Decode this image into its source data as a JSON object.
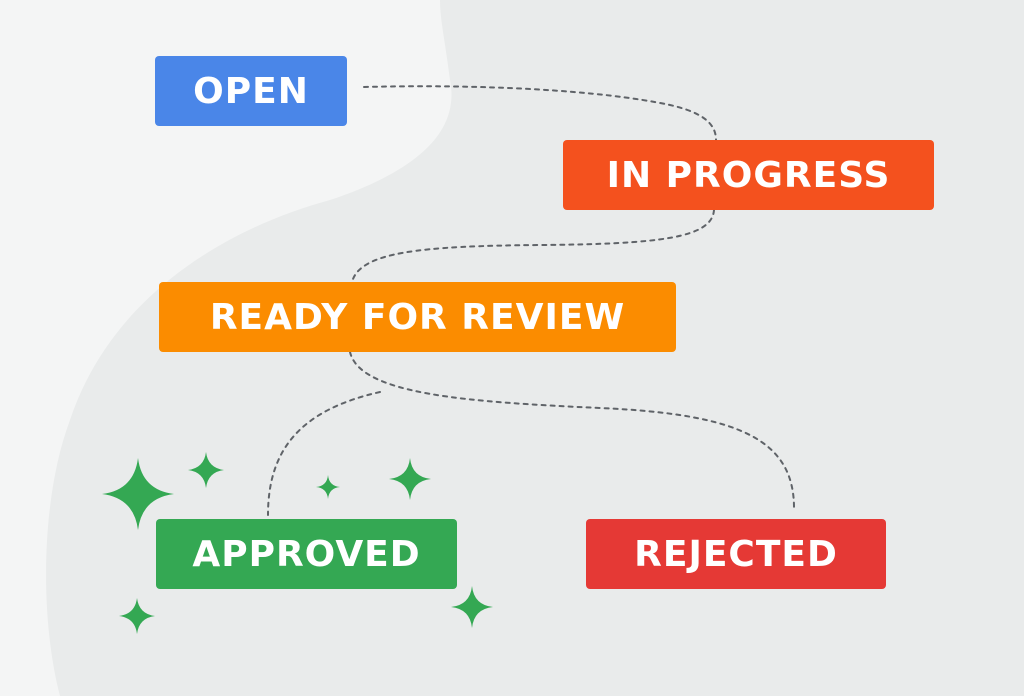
{
  "workflow": {
    "statuses": [
      {
        "id": "open",
        "label": "OPEN",
        "color": "#4a86e8"
      },
      {
        "id": "in-progress",
        "label": "IN PROGRESS",
        "color": "#f4511e"
      },
      {
        "id": "ready-for-review",
        "label": "READY FOR REVIEW",
        "color": "#fb8c00"
      },
      {
        "id": "approved",
        "label": "APPROVED",
        "color": "#34a853"
      },
      {
        "id": "rejected",
        "label": "REJECTED",
        "color": "#e53935"
      }
    ],
    "transitions": [
      {
        "from": "OPEN",
        "to": "IN PROGRESS"
      },
      {
        "from": "IN PROGRESS",
        "to": "READY FOR REVIEW"
      },
      {
        "from": "READY FOR REVIEW",
        "to": "APPROVED"
      },
      {
        "from": "READY FOR REVIEW",
        "to": "REJECTED"
      }
    ]
  },
  "colors": {
    "background": "#f4f5f5",
    "blob": "#e9ebeb",
    "connector": "#5f6368",
    "sparkle": "#34a853"
  },
  "icons": {
    "sparkle": "sparkle-icon"
  }
}
